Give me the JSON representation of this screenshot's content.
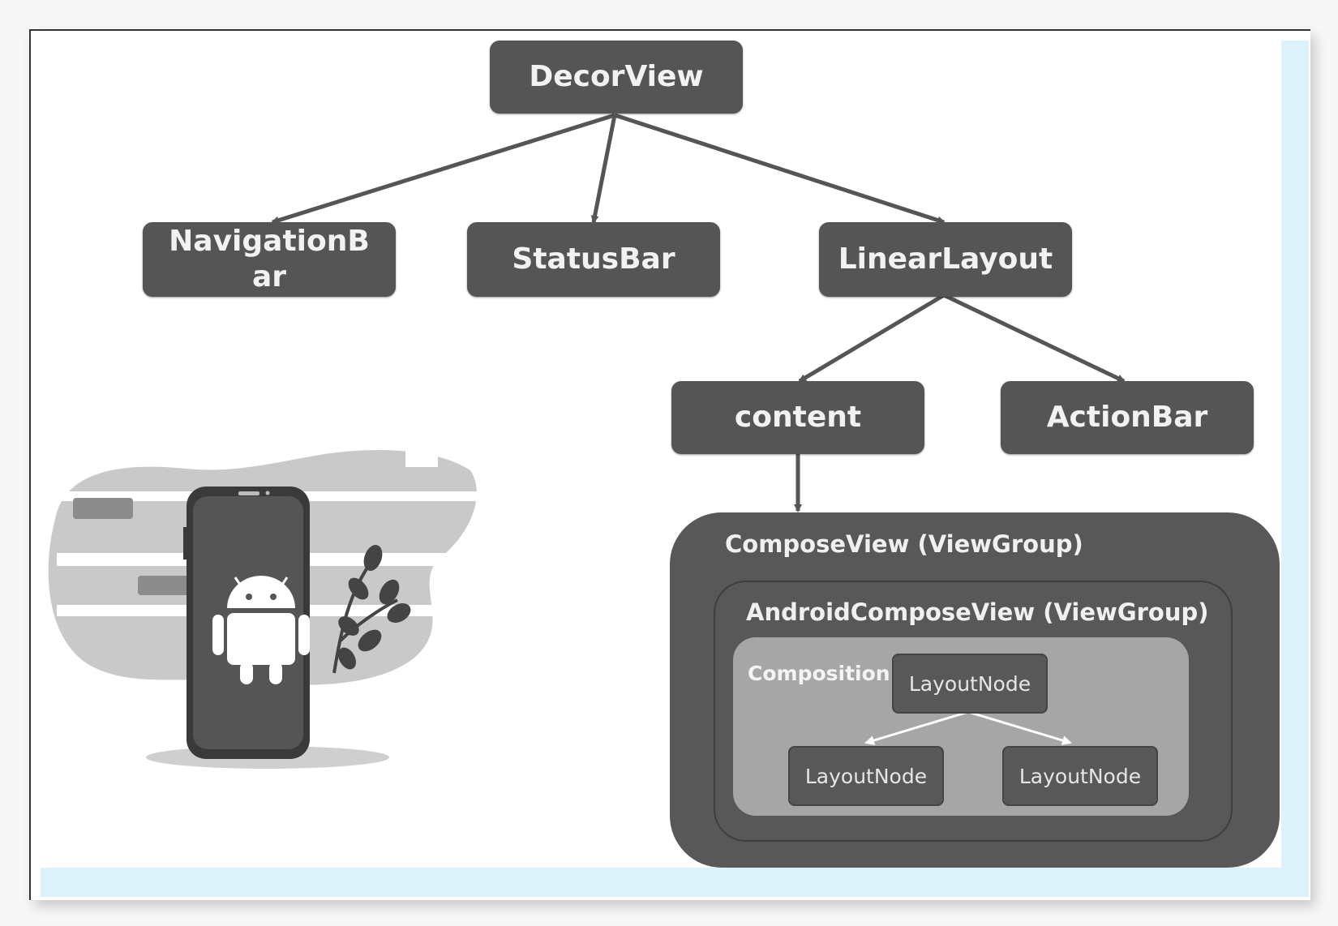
{
  "colors": {
    "node_fill": "#555555",
    "node_text": "#f2f2f2",
    "connector": "#555555",
    "composition_fill": "#a6a6a6",
    "inner_connector": "#ffffff",
    "border_accent": "#ddf1fa"
  },
  "tree": {
    "root": "DecorView",
    "level1": [
      "NavigationBar",
      "StatusBar",
      "LinearLayout"
    ],
    "level2": [
      "content",
      "ActionBar"
    ]
  },
  "compose": {
    "compose_view": "ComposeView (ViewGroup)",
    "android_compose_view": "AndroidComposeView (ViewGroup)",
    "composition": "Composition",
    "layout_nodes": [
      "LayoutNode",
      "LayoutNode",
      "LayoutNode"
    ]
  },
  "illustration": {
    "icons": [
      "smartphone-icon",
      "android-robot-icon",
      "plant-icon"
    ]
  }
}
